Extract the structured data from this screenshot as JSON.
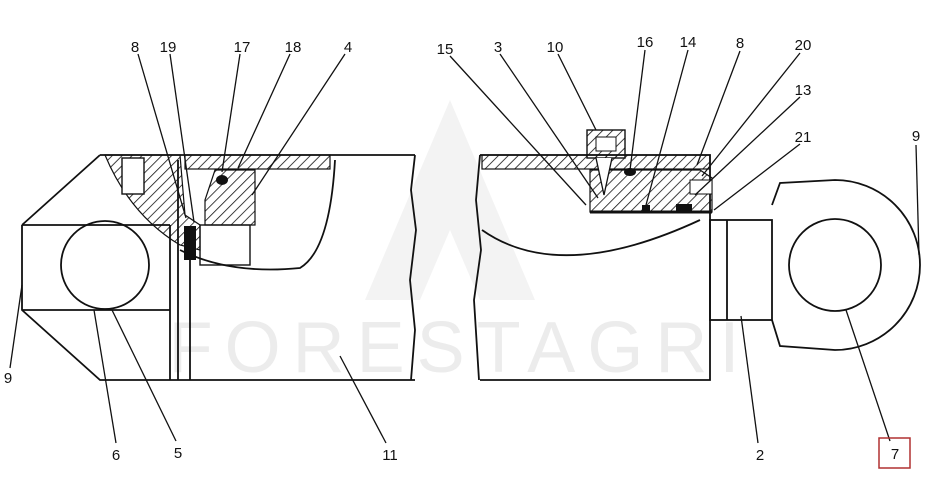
{
  "watermark": "FORESTAGRI",
  "callouts": [
    "8",
    "19",
    "17",
    "18",
    "4",
    "15",
    "3",
    "10",
    "16",
    "14",
    "8",
    "20",
    "13",
    "21",
    "9",
    "9",
    "6",
    "5",
    "11",
    "2",
    "7"
  ],
  "highlighted_callout": "7",
  "colors": {
    "highlight_box": "#b03030",
    "line": "#111111"
  }
}
